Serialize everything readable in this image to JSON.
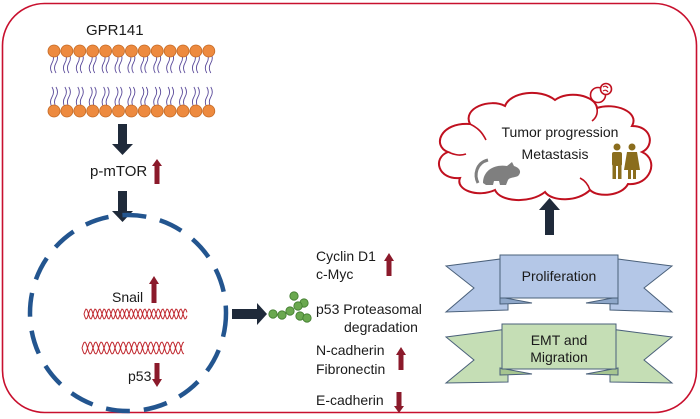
{
  "diagram": {
    "title": "GPR141 signaling pathway in tumor progression",
    "colors": {
      "frame": "#c8102e",
      "membrane_head": "#ed8a3f",
      "membrane_tail": "#5a4a9a",
      "dark_arrow": "#1f2a3a",
      "up_down_arrow": "#8b1a2b",
      "nucleus": "#23558f",
      "dna": "#c0282f",
      "proteasome": "#6aa84f",
      "proliferation_ribbon": "#b4c7e7",
      "emt_ribbon": "#c5deb5",
      "cloud": "#c0101f",
      "mouse": "#7f7f7f",
      "people": "#8a6d1d"
    },
    "receptor": {
      "label": "GPR141"
    },
    "mtor": {
      "label": "p-mTOR",
      "direction": "up"
    },
    "nucleus": {
      "snail": {
        "label": "Snail",
        "direction": "up"
      },
      "p53": {
        "label": "p53",
        "direction": "down"
      }
    },
    "effects": [
      {
        "lines": [
          "Cyclin D1",
          "c-Myc"
        ],
        "direction": "up"
      },
      {
        "lines": [
          "p53 Proteasomal",
          "degradation"
        ],
        "direction": null
      },
      {
        "lines": [
          "N-cadherin",
          "Fibronectin"
        ],
        "direction": "up"
      },
      {
        "lines": [
          "E-cadherin"
        ],
        "direction": "down"
      }
    ],
    "ribbons": [
      {
        "lines": [
          "Proliferation"
        ]
      },
      {
        "lines": [
          "EMT and",
          "Migration"
        ]
      }
    ],
    "outcome": {
      "lines": [
        "Tumor progression",
        "Metastasis"
      ],
      "icons": [
        "mouse-icon",
        "people-icon",
        "tumor-icon"
      ]
    }
  }
}
